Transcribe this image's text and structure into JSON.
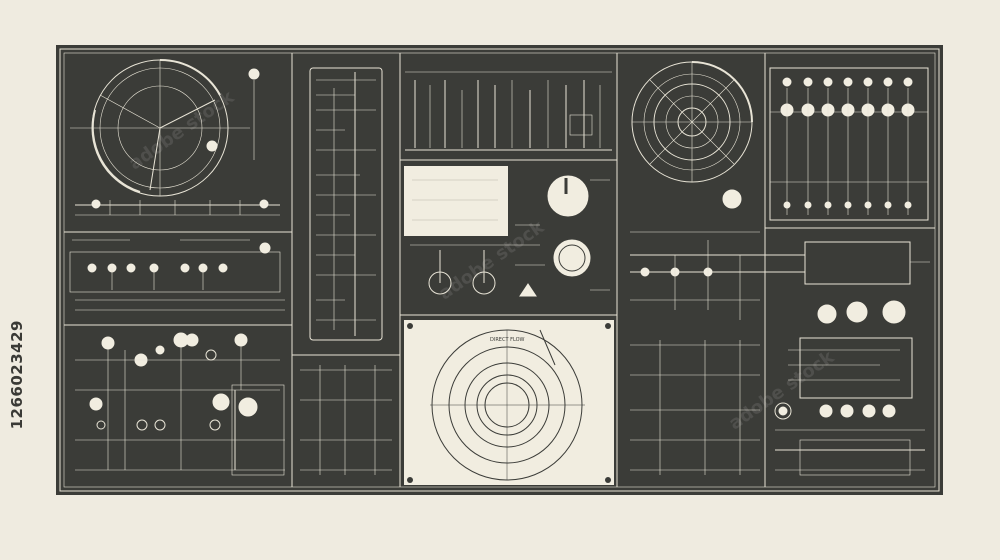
{
  "image": {
    "stock_id": "1266023429",
    "watermark": "adobe stock",
    "panel_label_small": "DIRECT FLOW",
    "colors": {
      "background": "#efebe0",
      "panel": "#3b3c38",
      "line": "#e8e4d6",
      "inset": "#f1ede0"
    }
  }
}
